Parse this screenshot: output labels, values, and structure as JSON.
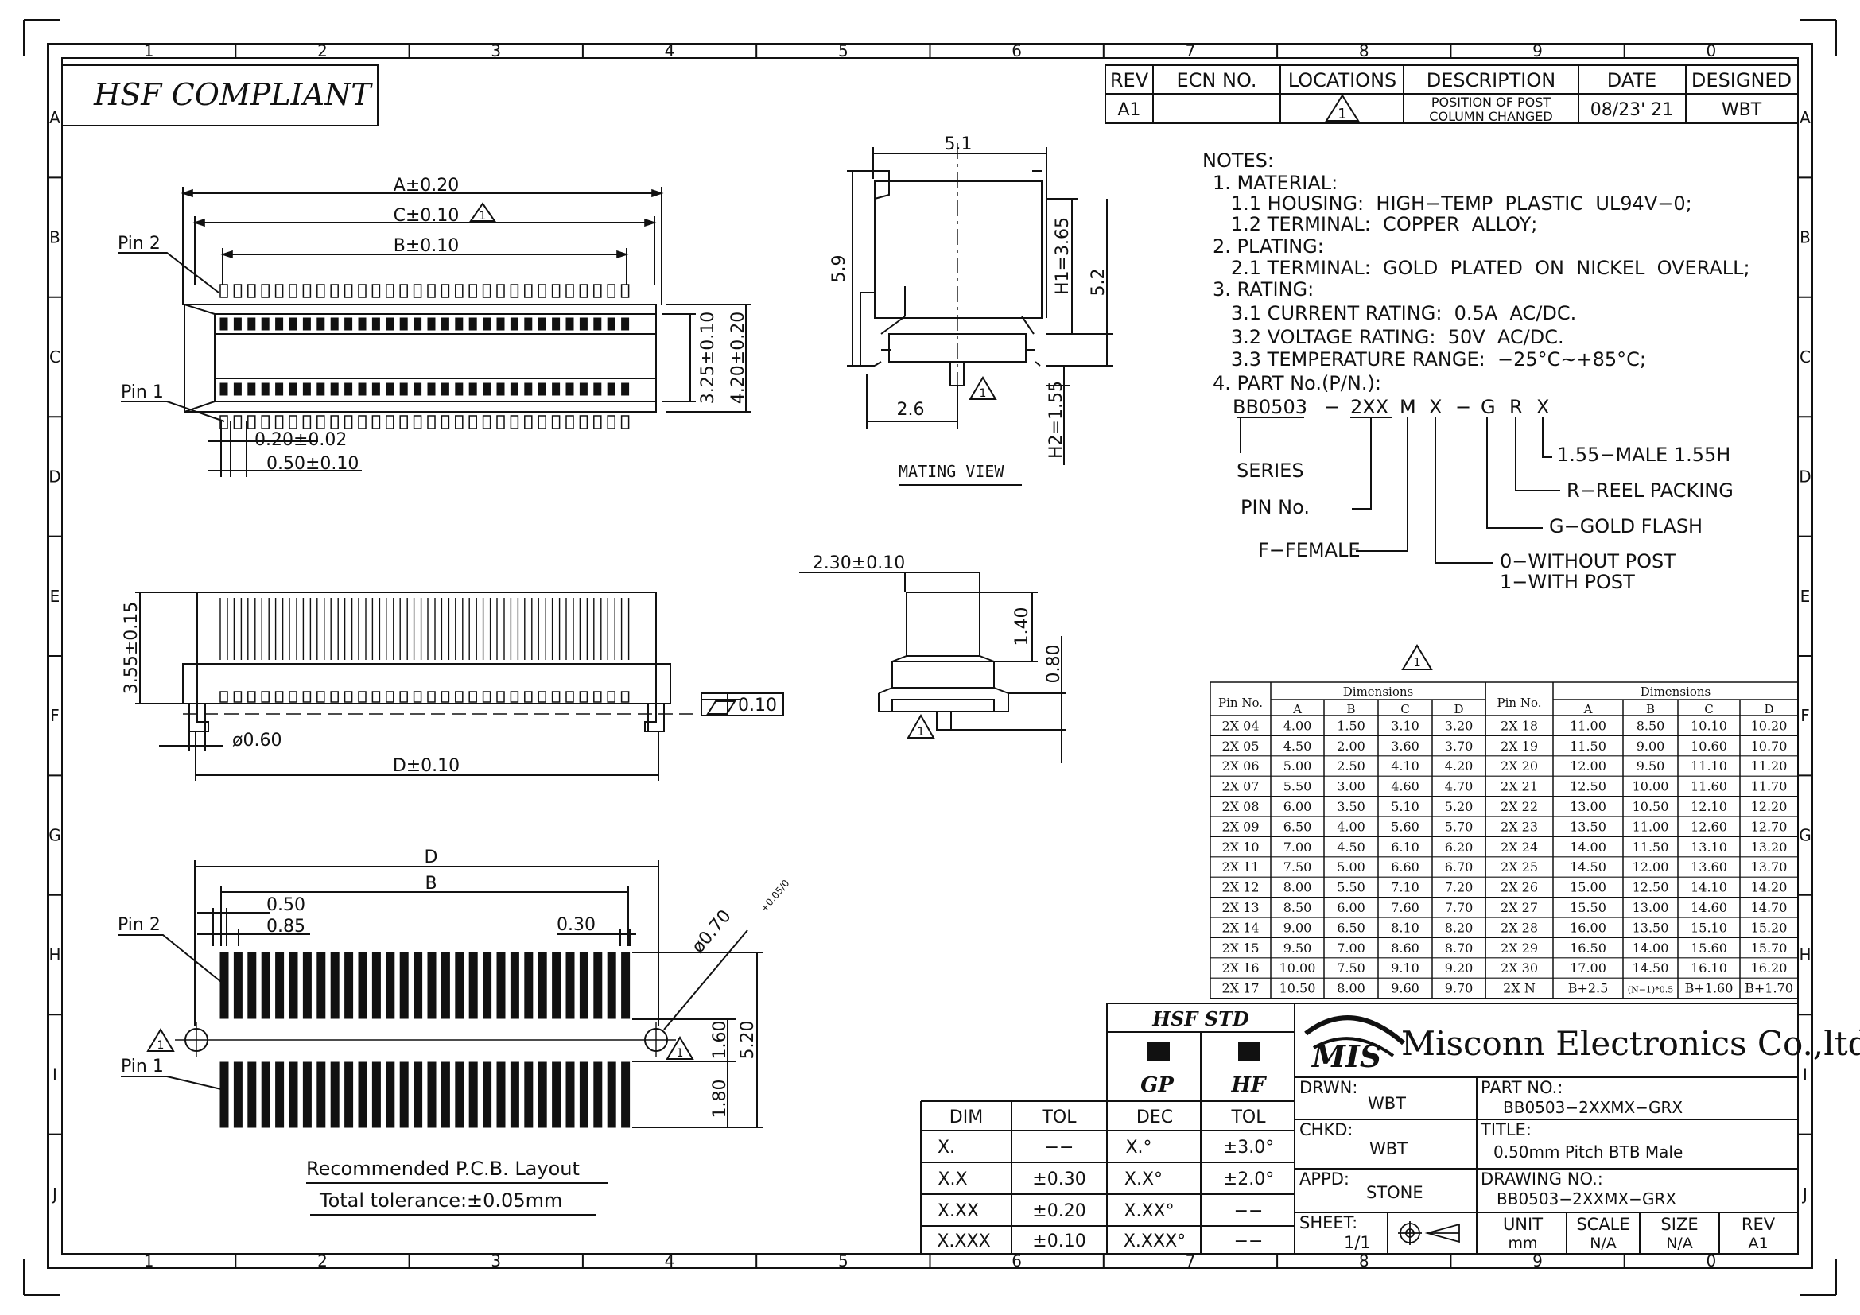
{
  "border": {
    "columns": [
      "1",
      "2",
      "3",
      "4",
      "5",
      "6",
      "7",
      "8",
      "9",
      "0"
    ],
    "rows": [
      "A",
      "B",
      "C",
      "D",
      "E",
      "F",
      "G",
      "H",
      "I",
      "J"
    ]
  },
  "compliance": "HSF  COMPLIANT",
  "revision_table": {
    "headers": [
      "REV",
      "ECN NO.",
      "LOCATIONS",
      "DESCRIPTION",
      "DATE",
      "DESIGNED"
    ],
    "row": {
      "rev": "A1",
      "ecn": "",
      "location": "1",
      "description_line1": "POSITION OF POST",
      "description_line2": "COLUMN CHANGED",
      "date": "08/23' 21",
      "designed": "WBT"
    }
  },
  "top_view": {
    "dim_a": "A±0.20",
    "dim_c": "C±0.10",
    "dim_c_note": "1",
    "dim_b": "B±0.10",
    "pin2": "Pin 2",
    "pin1": "Pin 1",
    "dim_width": "0.20±0.02",
    "dim_pitch": "0.50±0.10",
    "dim_h1": "3.25±0.10",
    "dim_h2": "4.20±0.20"
  },
  "mating_view": {
    "w_top": "5.1",
    "h_left": "5.9",
    "h_right1": "H1=3.65",
    "h_right2": "5.2",
    "dim_bottom": "2.6",
    "h_bottom": "H2=1.55",
    "note": "1",
    "caption": "MATING VIEW"
  },
  "notes": {
    "heading": "NOTES:",
    "lines": [
      "1. MATERIAL:",
      "   1.1 HOUSING:  HIGH−TEMP  PLASTIC  UL94V−0;",
      "   1.2 TERMINAL:  COPPER  ALLOY;",
      "2. PLATING:",
      "   2.1 TERMINAL:  GOLD  PLATED  ON  NICKEL  OVERALL;",
      "3. RATING:",
      "   3.1 CURRENT RATING:  0.5A  AC/DC.",
      "   3.2 VOLTAGE RATING:  50V  AC/DC.",
      "   3.3 TEMPERATURE RANGE:  −25°C∼+85°C;",
      "4. PART No.(P/N.):"
    ],
    "pn": [
      "BB0503",
      "−",
      "2XX",
      "M",
      "X",
      "−",
      "G",
      "R",
      "X"
    ],
    "legend": {
      "series": "SERIES",
      "pin_no": "PIN  No.",
      "female": "F−FEMALE",
      "male": "1.55−MALE  1.55H",
      "reel": "R−REEL  PACKING",
      "gold": "G−GOLD  FLASH",
      "post0": "0−WITHOUT  POST",
      "post1": "1−WITH  POST"
    }
  },
  "side_view": {
    "dim_h": "3.55±0.15",
    "dim_post": "ø0.60",
    "dim_d": "D±0.10",
    "flatness": "0.10"
  },
  "end_view": {
    "dim_w": "2.30±0.10",
    "dim_h1": "1.40",
    "dim_h2": "0.80",
    "note": "1"
  },
  "pcb_layout": {
    "dim_d": "D",
    "dim_b": "B",
    "dim_050": "0.50",
    "dim_085": "0.85",
    "dim_030": "0.30",
    "dim_hole": "ø0.70",
    "hole_tol": "+0.05/0",
    "pin2": "Pin 2",
    "pin1": "Pin 1",
    "dim_160": "1.60",
    "dim_520": "5.20",
    "dim_180": "1.80",
    "note": "1",
    "caption": "Recommended  P.C.B.  Layout",
    "tolerance": "Total  tolerance:±0.05mm"
  },
  "dimensions_table": {
    "pin_header": "Pin No.",
    "dims_header": "Dimensions",
    "cols": [
      "A",
      "B",
      "C",
      "D"
    ],
    "note": "1",
    "left": [
      [
        "2X 04",
        "4.00",
        "1.50",
        "3.10",
        "3.20"
      ],
      [
        "2X 05",
        "4.50",
        "2.00",
        "3.60",
        "3.70"
      ],
      [
        "2X 06",
        "5.00",
        "2.50",
        "4.10",
        "4.20"
      ],
      [
        "2X 07",
        "5.50",
        "3.00",
        "4.60",
        "4.70"
      ],
      [
        "2X 08",
        "6.00",
        "3.50",
        "5.10",
        "5.20"
      ],
      [
        "2X 09",
        "6.50",
        "4.00",
        "5.60",
        "5.70"
      ],
      [
        "2X 10",
        "7.00",
        "4.50",
        "6.10",
        "6.20"
      ],
      [
        "2X 11",
        "7.50",
        "5.00",
        "6.60",
        "6.70"
      ],
      [
        "2X 12",
        "8.00",
        "5.50",
        "7.10",
        "7.20"
      ],
      [
        "2X 13",
        "8.50",
        "6.00",
        "7.60",
        "7.70"
      ],
      [
        "2X 14",
        "9.00",
        "6.50",
        "8.10",
        "8.20"
      ],
      [
        "2X 15",
        "9.50",
        "7.00",
        "8.60",
        "8.70"
      ],
      [
        "2X 16",
        "10.00",
        "7.50",
        "9.10",
        "9.20"
      ],
      [
        "2X 17",
        "10.50",
        "8.00",
        "9.60",
        "9.70"
      ]
    ],
    "right": [
      [
        "2X 18",
        "11.00",
        "8.50",
        "10.10",
        "10.20"
      ],
      [
        "2X 19",
        "11.50",
        "9.00",
        "10.60",
        "10.70"
      ],
      [
        "2X 20",
        "12.00",
        "9.50",
        "11.10",
        "11.20"
      ],
      [
        "2X 21",
        "12.50",
        "10.00",
        "11.60",
        "11.70"
      ],
      [
        "2X 22",
        "13.00",
        "10.50",
        "12.10",
        "12.20"
      ],
      [
        "2X 23",
        "13.50",
        "11.00",
        "12.60",
        "12.70"
      ],
      [
        "2X 24",
        "14.00",
        "11.50",
        "13.10",
        "13.20"
      ],
      [
        "2X 25",
        "14.50",
        "12.00",
        "13.60",
        "13.70"
      ],
      [
        "2X 26",
        "15.00",
        "12.50",
        "14.10",
        "14.20"
      ],
      [
        "2X 27",
        "15.50",
        "13.00",
        "14.60",
        "14.70"
      ],
      [
        "2X 28",
        "16.00",
        "13.50",
        "15.10",
        "15.20"
      ],
      [
        "2X 29",
        "16.50",
        "14.00",
        "15.60",
        "15.70"
      ],
      [
        "2X 30",
        "17.00",
        "14.50",
        "16.10",
        "16.20"
      ],
      [
        "2X N",
        "B+2.5",
        "(N−1)*0.5",
        "B+1.60",
        "B+1.70"
      ]
    ]
  },
  "tolerance_table": {
    "headers": [
      "DIM",
      "TOL"
    ],
    "rows": [
      [
        "X.",
        "−−"
      ],
      [
        "X.X",
        "±0.30"
      ],
      [
        "X.XX",
        "±0.20"
      ],
      [
        "X.XXX",
        "±0.10"
      ]
    ]
  },
  "hsf_table": {
    "title": "HSF  STD",
    "gp": "GP",
    "hf": "HF",
    "headers": [
      "DEC",
      "TOL"
    ],
    "rows": [
      [
        "X.°",
        "±3.0°"
      ],
      [
        "X.X°",
        "±2.0°"
      ],
      [
        "X.XX°",
        "−−"
      ],
      [
        "X.XXX°",
        "−−"
      ]
    ]
  },
  "title_block": {
    "logo": "MIS",
    "company": "Misconn Electronics Co.,ltd.",
    "drwn_label": "DRWN:",
    "drwn": "WBT",
    "part_label": "PART  NO.:",
    "part": "BB0503−2XXMX−GRX",
    "chkd_label": "CHKD:",
    "chkd": "WBT",
    "title_label": "TITLE:",
    "title": "0.50mm  Pitch  BTB  Male",
    "appd_label": "APPD:",
    "appd": "STONE",
    "drawing_label": "DRAWING  NO.:",
    "drawing": "BB0503−2XXMX−GRX",
    "sheet_label": "SHEET:",
    "sheet": "1/1",
    "unit_label": "UNIT",
    "unit": "mm",
    "scale_label": "SCALE",
    "scale": "N/A",
    "size_label": "SIZE",
    "size": "N/A",
    "rev_label": "REV",
    "rev": "A1"
  }
}
